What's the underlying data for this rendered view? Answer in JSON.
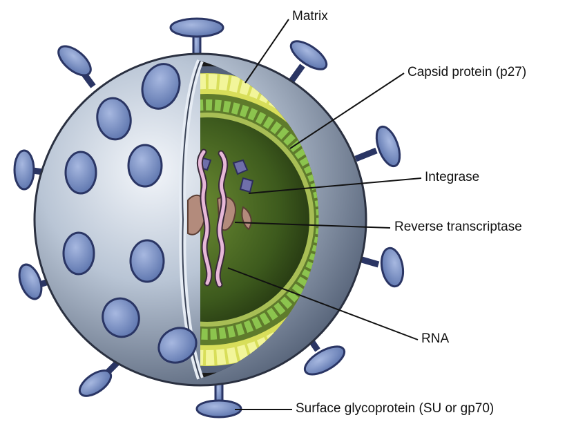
{
  "diagram": {
    "labels": {
      "matrix": "Matrix",
      "capsid": "Capsid protein (p27)",
      "integrase": "Integrase",
      "reverse_transcriptase": "Reverse transcriptase",
      "rna": "RNA",
      "surface_glycoprotein": "Surface glycoprotein (SU or gp70)"
    }
  },
  "colors": {
    "envelope": "#a9b6c8",
    "glycoprotein": "#6d84bb",
    "glycoprotein_stroke": "#2a3564",
    "matrix_yellow": "#e9ee7a",
    "capsid_green": "#8bbf4a",
    "core_green": "#3f5a1e",
    "rna_pink": "#e7b8d8",
    "reverse_transcriptase": "#b38b7c",
    "integrase": "#6f6faa",
    "leader_line": "#111111"
  }
}
